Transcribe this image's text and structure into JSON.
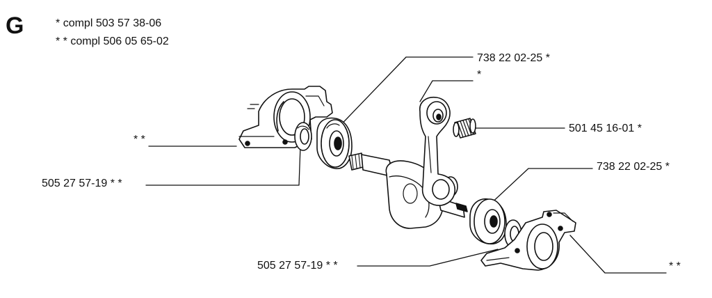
{
  "section_letter": "G",
  "legend": [
    {
      "marker": "*",
      "text": "compl 503 57 38-06"
    },
    {
      "marker": "* *",
      "text": "compl 506 05 65-02"
    }
  ],
  "callouts": {
    "bearing_top": "738 22 02-25  *",
    "connecting_rod": "*",
    "needle_bearing": "501 45 16-01  *",
    "bearing_bottom": "738 22 02-25  *",
    "housing_left": "* *",
    "seal_left": "505 27 57-19  * *",
    "seal_bottom": "505 27 57-19  * *",
    "housing_right": "* *"
  }
}
